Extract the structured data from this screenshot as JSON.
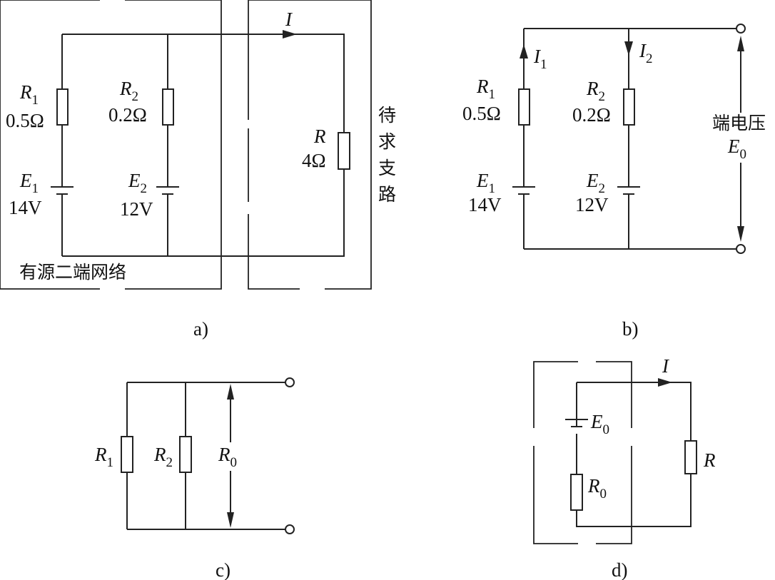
{
  "panel_a": {
    "current": "I",
    "r1": {
      "sym": "R",
      "sub": "1",
      "val": "0.5Ω"
    },
    "r2": {
      "sym": "R",
      "sub": "2",
      "val": "0.2Ω"
    },
    "e1": {
      "sym": "E",
      "sub": "1",
      "val": "14V"
    },
    "e2": {
      "sym": "E",
      "sub": "2",
      "val": "12V"
    },
    "r": {
      "sym": "R",
      "val": "4Ω"
    },
    "branch_chars": [
      "待",
      "求",
      "支",
      "路"
    ],
    "network_label": "有源二端网络",
    "caption": "a)"
  },
  "panel_b": {
    "i1": {
      "sym": "I",
      "sub": "1"
    },
    "i2": {
      "sym": "I",
      "sub": "2"
    },
    "r1": {
      "sym": "R",
      "sub": "1",
      "val": "0.5Ω"
    },
    "r2": {
      "sym": "R",
      "sub": "2",
      "val": "0.2Ω"
    },
    "e1": {
      "sym": "E",
      "sub": "1",
      "val": "14V"
    },
    "e2": {
      "sym": "E",
      "sub": "2",
      "val": "12V"
    },
    "terminal_label": "端电压",
    "e0": {
      "sym": "E",
      "sub": "0"
    },
    "caption": "b)"
  },
  "panel_c": {
    "r1": {
      "sym": "R",
      "sub": "1"
    },
    "r2": {
      "sym": "R",
      "sub": "2"
    },
    "r0": {
      "sym": "R",
      "sub": "0"
    },
    "caption": "c)"
  },
  "panel_d": {
    "current": "I",
    "e0": {
      "sym": "E",
      "sub": "0"
    },
    "r0": {
      "sym": "R",
      "sub": "0"
    },
    "r": {
      "sym": "R"
    },
    "caption": "d)"
  }
}
